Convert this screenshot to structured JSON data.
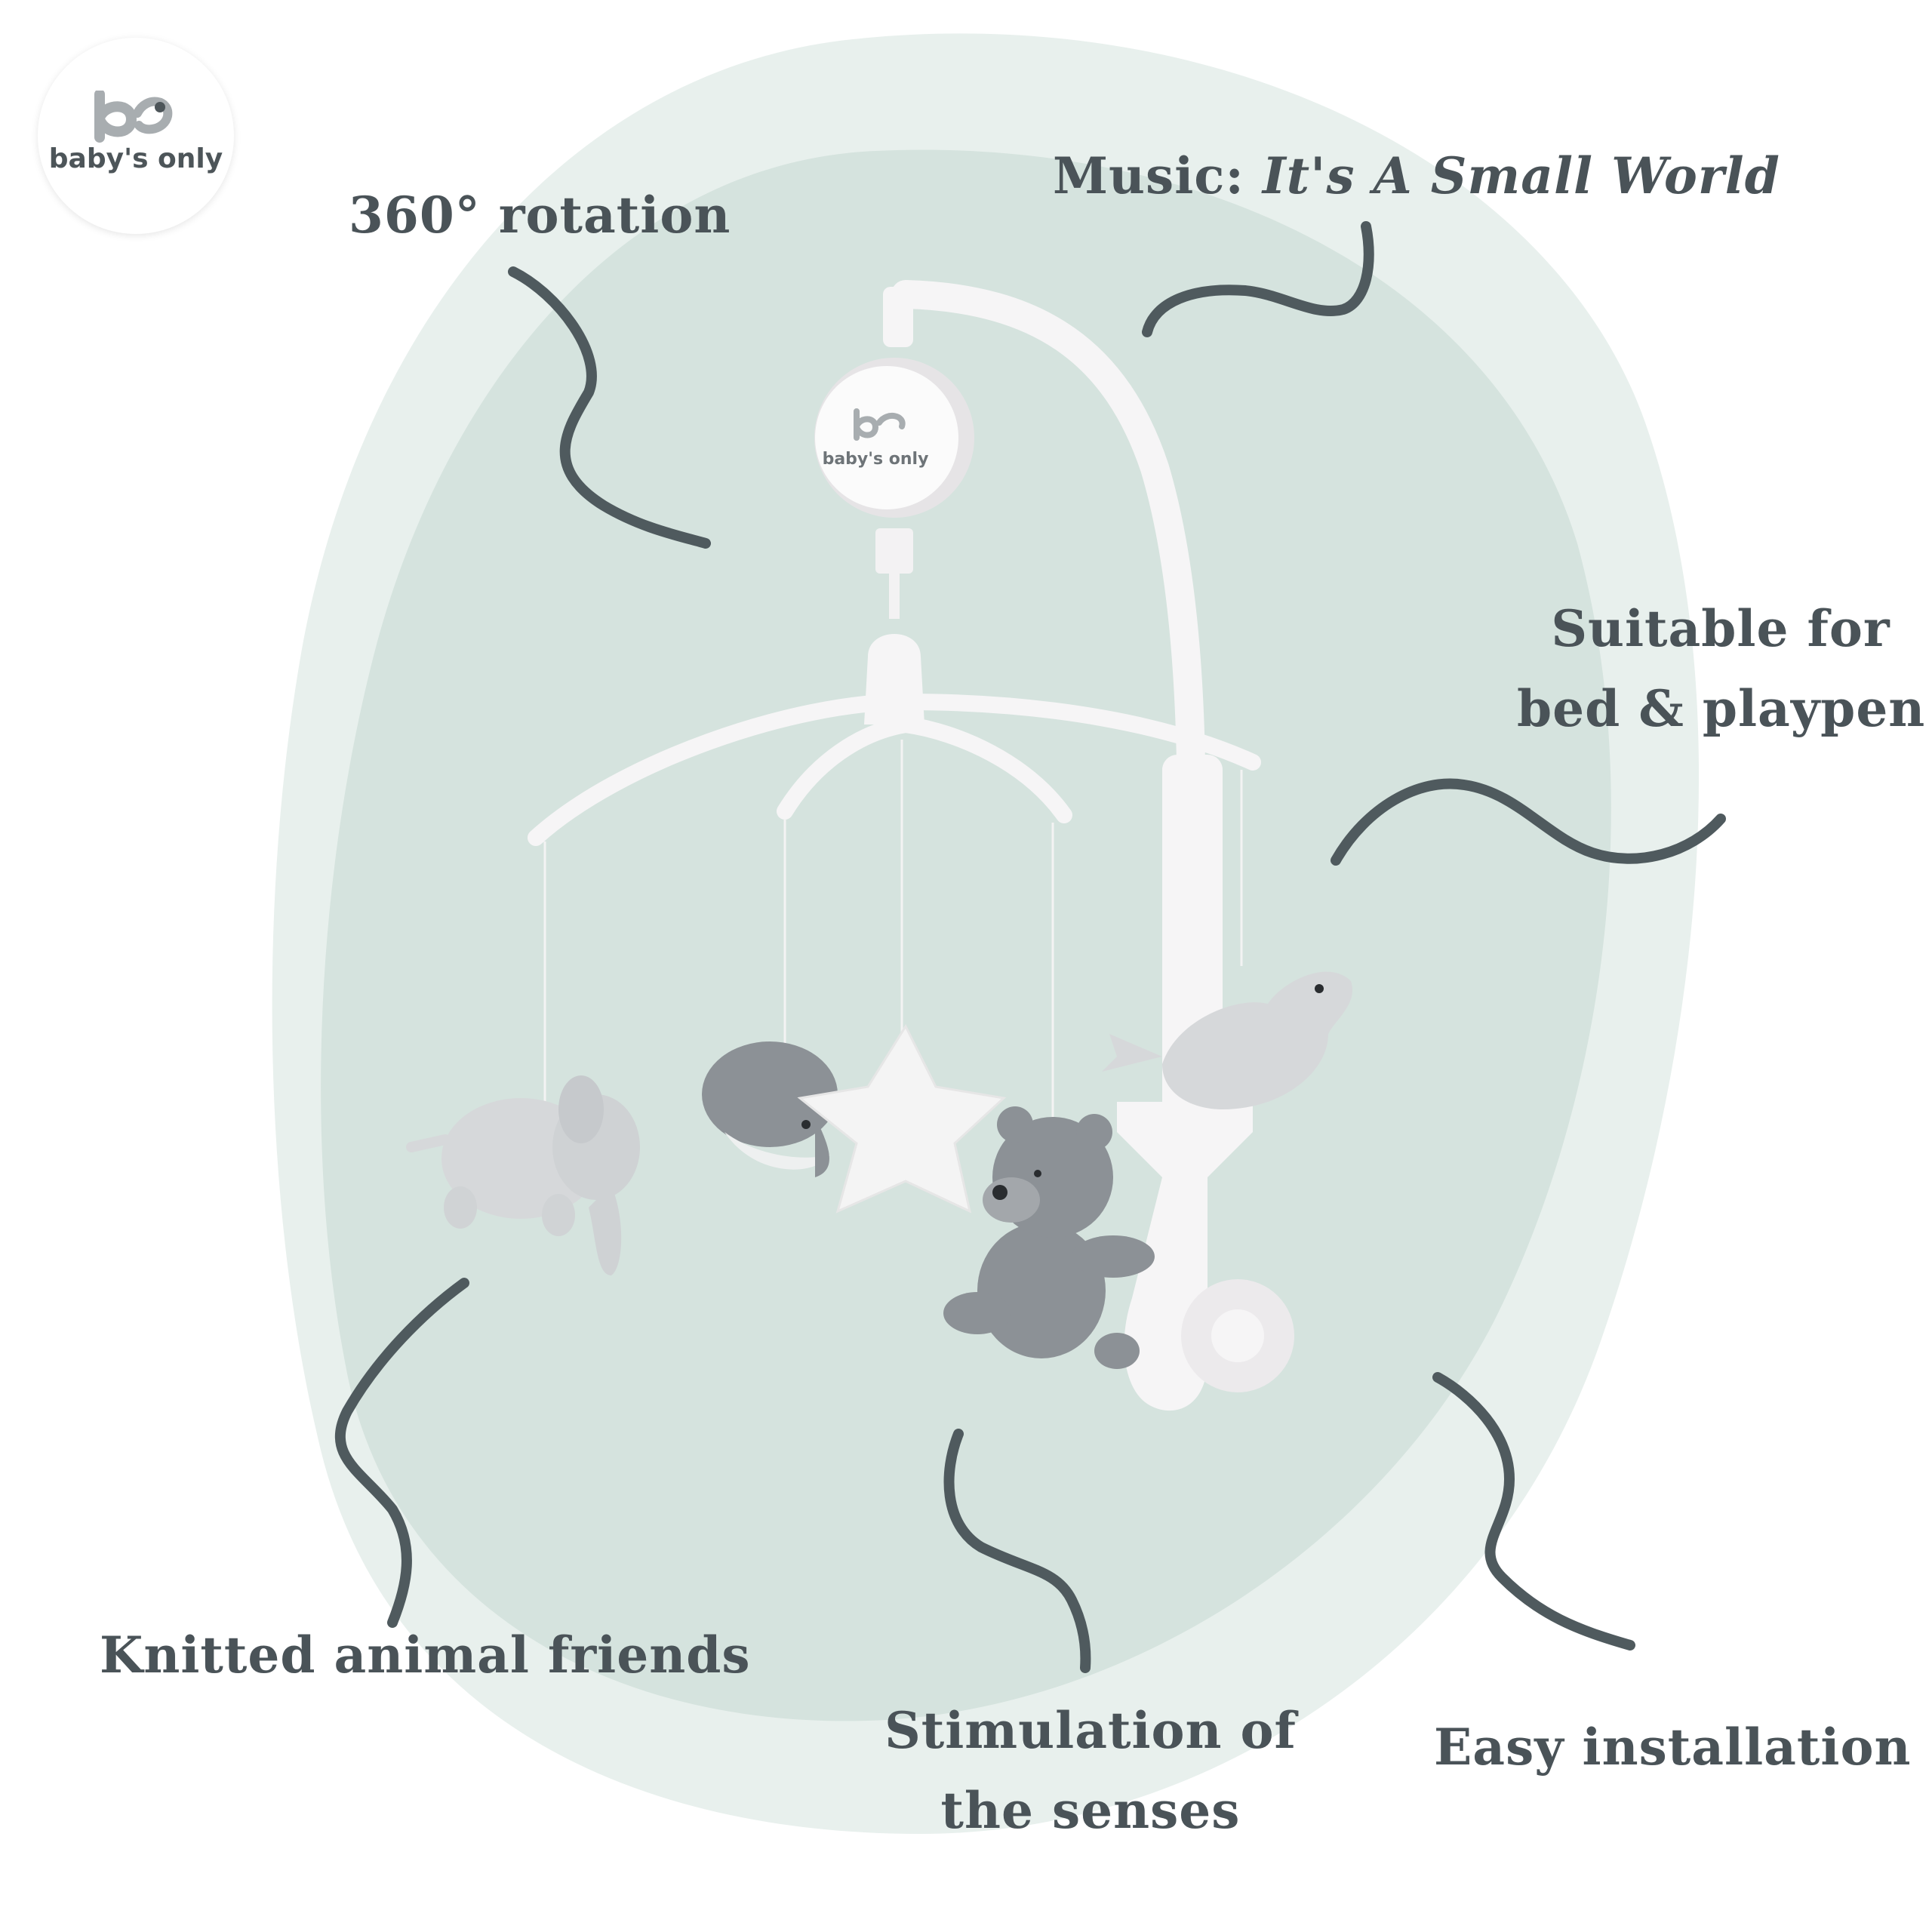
{
  "brand": {
    "logo_text": "baby's only",
    "hub_text": "baby's only"
  },
  "features": {
    "rotation": "360° rotation",
    "music_label": "Music: ",
    "music_title": "It's A Small World",
    "suitable_line1": "Suitable for",
    "suitable_line2": "bed & playpen",
    "knitted": "Knitted animal friends",
    "stimulation_line1": "Stimulation of",
    "stimulation_line2": "the senses",
    "installation": "Easy installation"
  },
  "colors": {
    "blob_outer": "#e8f0ed",
    "blob_inner": "#d5e3de",
    "text": "#4a5358",
    "squiggle": "#4f5a5e",
    "mobile_white": "#f6f5f6",
    "knit_light": "#d6d8da",
    "knit_dark": "#8c9196"
  }
}
